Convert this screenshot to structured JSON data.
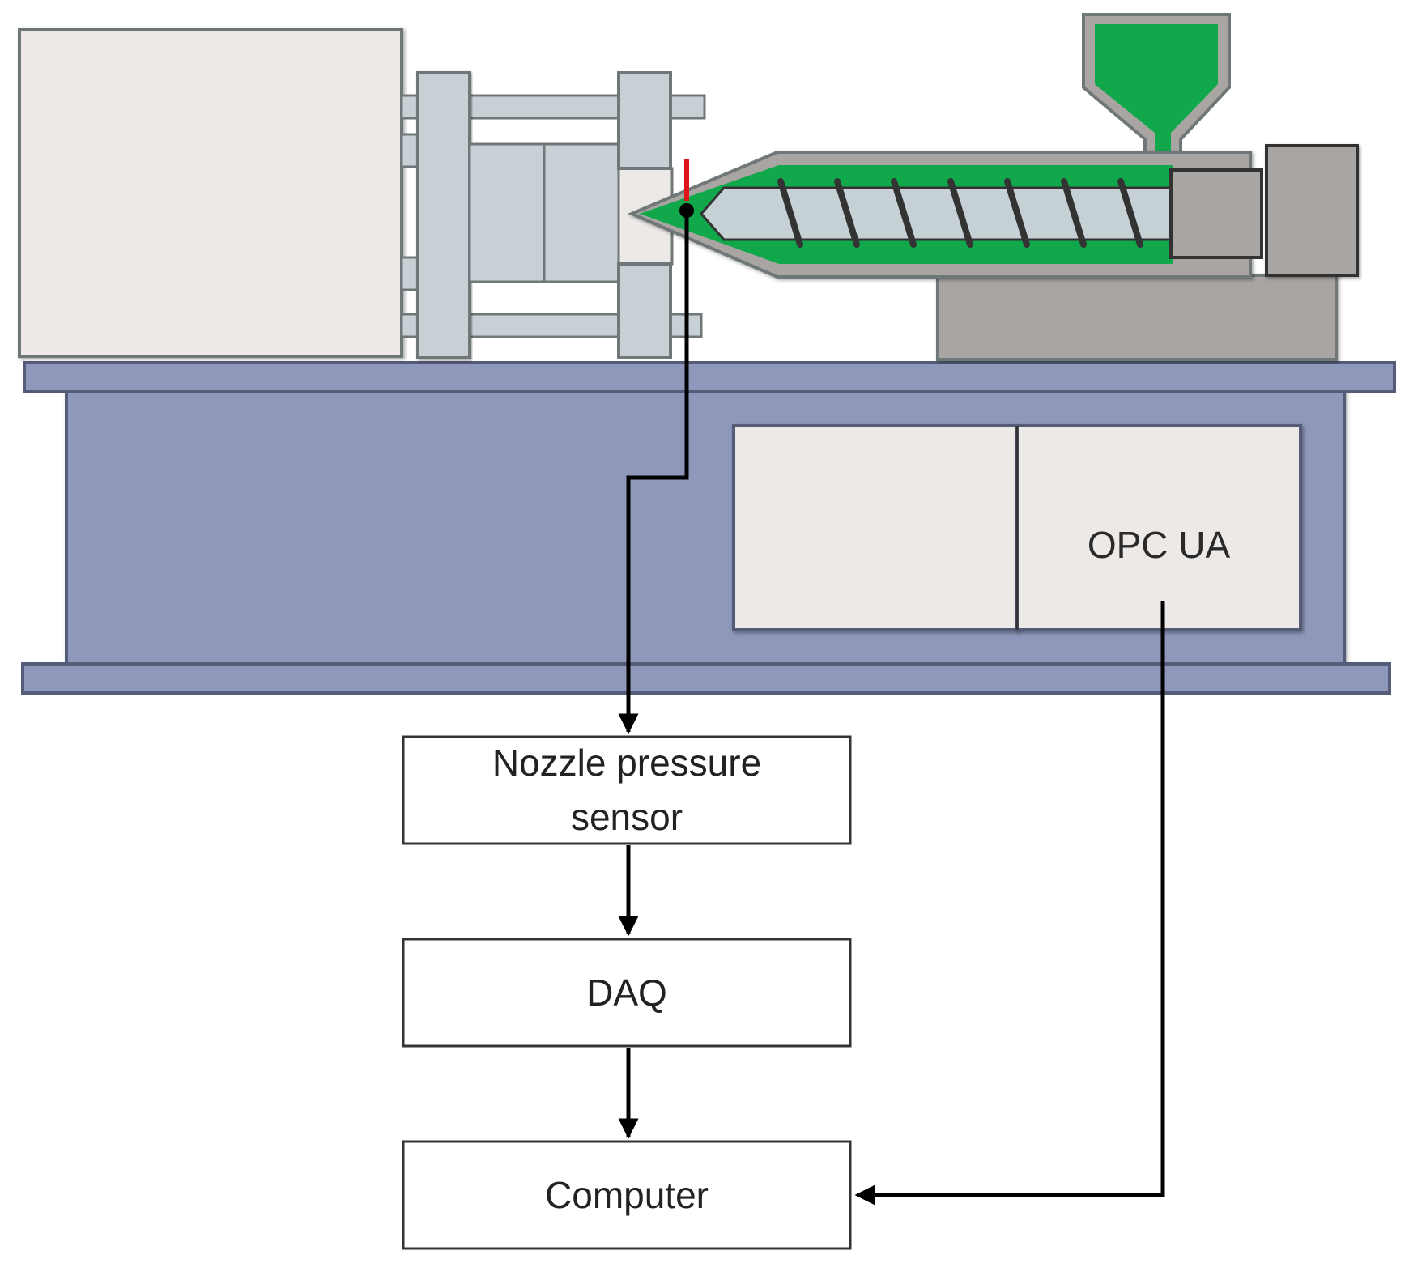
{
  "labels": {
    "opc_ua": "OPC UA",
    "nozzle_sensor": "Nozzle pressure sensor",
    "daq": "DAQ",
    "computer": "Computer"
  },
  "colors": {
    "machine_base": "#8f98bb",
    "machine_base_border": "#555c78",
    "panel": "#ece9e7",
    "steel": "#c7d0d4",
    "steel_border": "#6f7778",
    "melt_green": "#10a84a",
    "screw": "#c6d1d6",
    "drive_gray": "#a9a5a2",
    "sensor_marker": "#e0141b",
    "line": "#000000"
  },
  "icons": {
    "injection_machine": "injection-molding-machine-icon",
    "hopper": "hopper-icon",
    "screw": "screw-icon",
    "sensor": "sensor-marker-icon"
  }
}
